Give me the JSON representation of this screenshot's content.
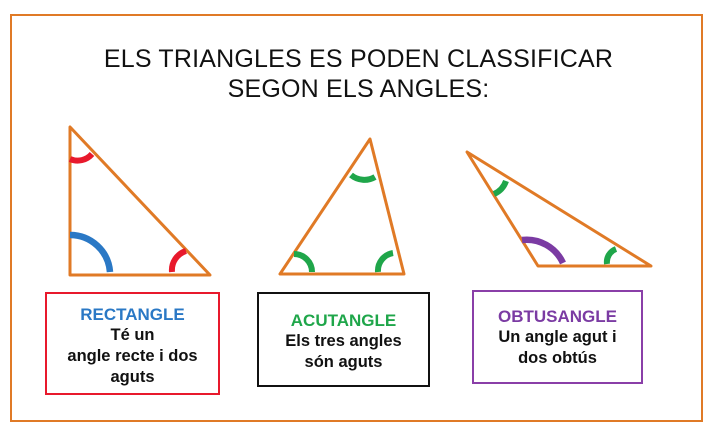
{
  "title": {
    "line1": "ELS TRIANGLES ES PODEN CLASSIFICAR",
    "line2": "SEGON ELS ANGLES:"
  },
  "colors": {
    "frame": "#e07a26",
    "triangle_stroke": "#e07a26",
    "right_angle_arc": "#e8192c",
    "acute_arc": "#1fa64a",
    "obtuse_arc": "#7b3ba3",
    "right_triangle_angle_mark": "#2a78c5"
  },
  "cards": [
    {
      "title": "RECTANGLE",
      "lines": [
        "Té un",
        "angle recte i dos",
        "aguts"
      ]
    },
    {
      "title": "ACUTANGLE",
      "lines": [
        "Els tres angles",
        "són aguts"
      ]
    },
    {
      "title": "OBTUSANGLE",
      "lines": [
        "Un angle agut i",
        "dos obtús"
      ]
    }
  ]
}
